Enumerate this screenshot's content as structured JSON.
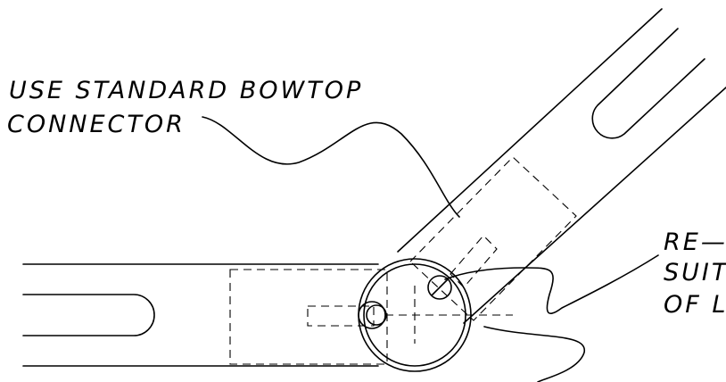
{
  "notes": {
    "connector": {
      "line1": "USE STANDARD BOWTOP",
      "line2": "CONNECTOR"
    },
    "right": {
      "line1": "RE—",
      "line2": "SUIT",
      "line3": "OF L"
    }
  }
}
